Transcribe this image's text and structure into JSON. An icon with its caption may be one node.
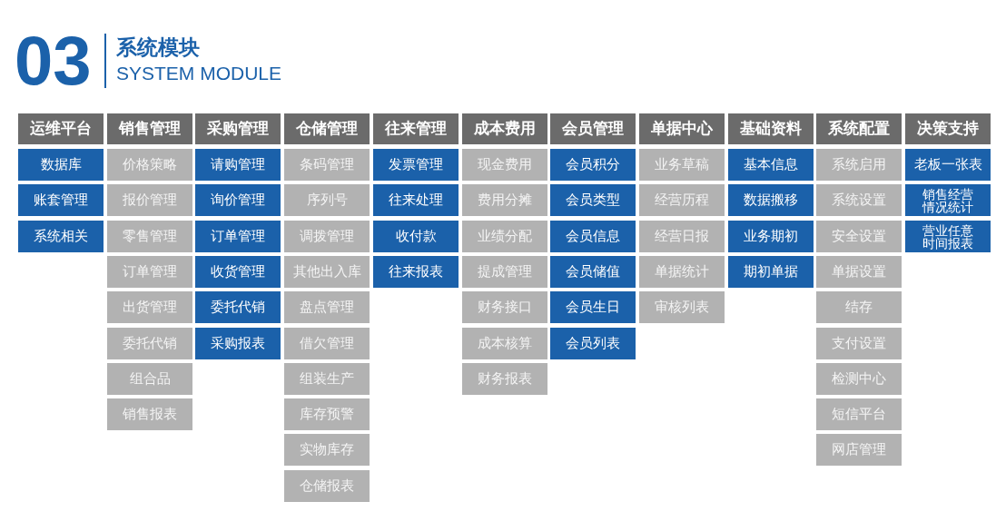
{
  "diagram": {
    "title": "系统模块",
    "nodes": [
      {
        "text": [
          "运维平台"
        ]
      },
      {
        "text": [
          "数据库"
        ]
      },
      {
        "text": [
          "账套管理"
        ]
      },
      {
        "text": [
          "系统相关"
        ]
      },
      {
        "text": [
          "销售管理"
        ]
      },
      {
        "text": [
          "价格策略"
        ]
      },
      {
        "text": [
          "报价管理"
        ]
      },
      {
        "text": [
          "零售管理"
        ]
      },
      {
        "text": [
          "订单管理"
        ]
      },
      {
        "text": [
          "出货管理"
        ]
      },
      {
        "text": [
          "委托代销"
        ]
      },
      {
        "text": [
          "组合品"
        ]
      },
      {
        "text": [
          "销售报表"
        ]
      },
      {
        "text": [
          "采购管理"
        ]
      },
      {
        "text": [
          "请购管理"
        ]
      },
      {
        "text": [
          "询价管理"
        ]
      },
      {
        "text": [
          "订单管理"
        ]
      },
      {
        "text": [
          "收货管理"
        ]
      },
      {
        "text": [
          "委托代销"
        ]
      },
      {
        "text": [
          "采购报表"
        ]
      },
      {
        "text": [
          "仓储管理"
        ]
      },
      {
        "text": [
          "条码管理"
        ]
      },
      {
        "text": [
          "序列号"
        ]
      },
      {
        "text": [
          "调拨管理"
        ]
      },
      {
        "text": [
          "其他出入库"
        ]
      },
      {
        "text": [
          "盘点管理"
        ]
      },
      {
        "text": [
          "借欠管理"
        ]
      },
      {
        "text": [
          "组装生产"
        ]
      },
      {
        "text": [
          "库存预警"
        ]
      },
      {
        "text": [
          "实物库存"
        ]
      },
      {
        "text": [
          "仓储报表"
        ]
      },
      {
        "text": [
          "往来管理"
        ]
      },
      {
        "text": [
          "发票管理"
        ]
      },
      {
        "text": [
          "往来处理"
        ]
      },
      {
        "text": [
          "收付款"
        ]
      },
      {
        "text": [
          "往来报表"
        ]
      },
      {
        "text": [
          "成本费用"
        ]
      },
      {
        "text": [
          "现金费用"
        ]
      },
      {
        "text": [
          "费用分摊"
        ]
      },
      {
        "text": [
          "业绩分配"
        ]
      },
      {
        "text": [
          "提成管理"
        ]
      },
      {
        "text": [
          "财务接口"
        ]
      },
      {
        "text": [
          "成本核算"
        ]
      },
      {
        "text": [
          "财务报表"
        ]
      },
      {
        "text": [
          "会员管理"
        ]
      },
      {
        "text": [
          "会员积分"
        ]
      },
      {
        "text": [
          "会员类型"
        ]
      },
      {
        "text": [
          "会员信息"
        ]
      },
      {
        "text": [
          "会员储值"
        ]
      },
      {
        "text": [
          "会员生日"
        ]
      },
      {
        "text": [
          "会员列表"
        ]
      },
      {
        "text": [
          "单据中心"
        ]
      },
      {
        "text": [
          "业务草稿"
        ]
      },
      {
        "text": [
          "经营历程"
        ]
      },
      {
        "text": [
          "经营日报"
        ]
      },
      {
        "text": [
          "单据统计"
        ]
      },
      {
        "text": [
          "审核列表"
        ]
      },
      {
        "text": [
          "基础资料"
        ]
      },
      {
        "text": [
          "基本信息"
        ]
      },
      {
        "text": [
          "数据搬移"
        ]
      },
      {
        "text": [
          "业务期初"
        ]
      },
      {
        "text": [
          "期初单据"
        ]
      },
      {
        "text": [
          "系统配置"
        ]
      },
      {
        "text": [
          "系统启用"
        ]
      },
      {
        "text": [
          "系统设置"
        ]
      },
      {
        "text": [
          "安全设置"
        ]
      },
      {
        "text": [
          "单据设置"
        ]
      },
      {
        "text": [
          "结存"
        ]
      },
      {
        "text": [
          "支付设置"
        ]
      },
      {
        "text": [
          "检测中心"
        ]
      },
      {
        "text": [
          "短信平台"
        ]
      },
      {
        "text": [
          "网店管理"
        ]
      },
      {
        "text": [
          "决策支持"
        ]
      },
      {
        "text": [
          "老板一张表"
        ]
      },
      {
        "text": [
          "销售经营情况统计"
        ]
      },
      {
        "text": [
          "营业任意时间报表"
        ]
      }
    ],
    "labels": [
      "03",
      "SYSTEM MODULE"
    ]
  }
}
